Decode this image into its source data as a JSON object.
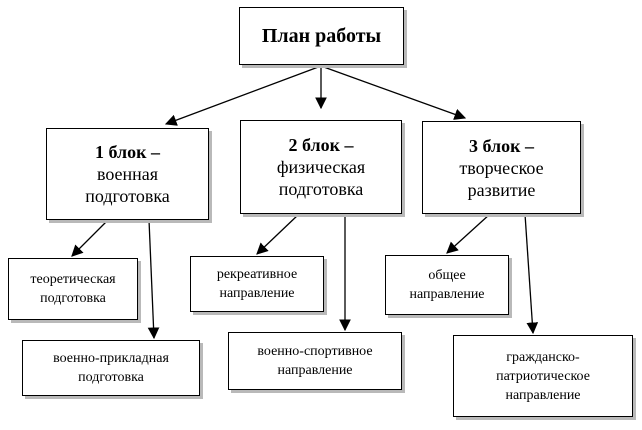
{
  "root": {
    "label": "План работы"
  },
  "blocks": [
    {
      "heading": "1 блок –",
      "lines": [
        "военная",
        "подготовка"
      ],
      "children": [
        {
          "lines": [
            "теоретическая",
            "подготовка"
          ]
        },
        {
          "lines": [
            "военно-прикладная",
            "подготовка"
          ]
        }
      ]
    },
    {
      "heading": "2 блок –",
      "lines": [
        "физическая",
        "подготовка"
      ],
      "children": [
        {
          "lines": [
            "рекреативное",
            "направление"
          ]
        },
        {
          "lines": [
            "военно-спортивное",
            "направление"
          ]
        }
      ]
    },
    {
      "heading": "3 блок –",
      "lines": [
        "творческое",
        "развитие"
      ],
      "children": [
        {
          "lines": [
            "общее",
            "направление"
          ]
        },
        {
          "lines": [
            "гражданско-",
            "патриотическое",
            "направление"
          ]
        }
      ]
    }
  ]
}
